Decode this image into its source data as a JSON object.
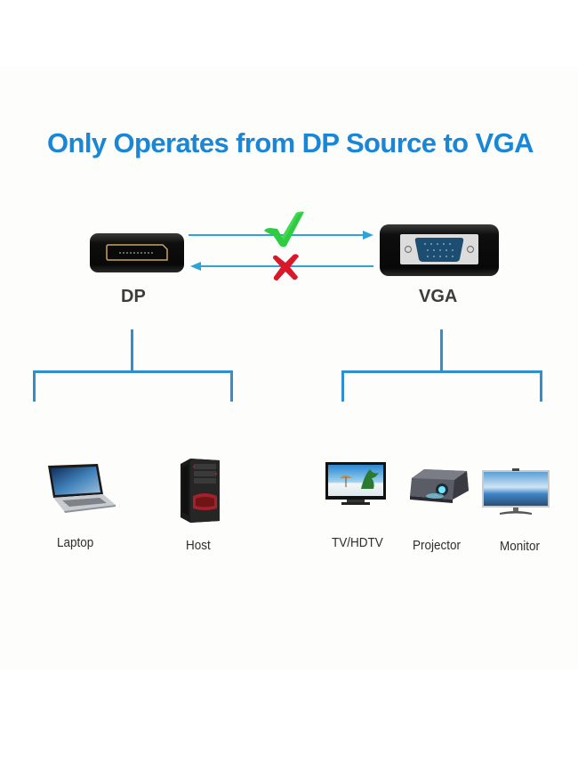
{
  "title": "Only Operates from DP Source to VGA",
  "colors": {
    "title": "#1a86d6",
    "arrow": "#2fa3d6",
    "tree": "#2f8fd1",
    "check": "#2ecc40",
    "cross": "#d9182b",
    "connector_body": "#111111",
    "dp_gold": "#c9a55a",
    "vga_blue": "#1d4e72"
  },
  "connectors": {
    "source": {
      "label": "DP",
      "icon": "displayport-connector-icon"
    },
    "target": {
      "label": "VGA",
      "icon": "vga-connector-icon"
    }
  },
  "flow": {
    "forward": {
      "direction": "DP → VGA",
      "status": "supported",
      "icon": "checkmark-icon"
    },
    "reverse": {
      "direction": "VGA → DP",
      "status": "not supported",
      "icon": "cross-icon"
    }
  },
  "source_devices": [
    {
      "label": "Laptop",
      "icon": "laptop-icon"
    },
    {
      "label": "Host",
      "icon": "desktop-tower-icon"
    }
  ],
  "target_devices": [
    {
      "label": "TV/HDTV",
      "icon": "tv-icon"
    },
    {
      "label": "Projector",
      "icon": "projector-icon"
    },
    {
      "label": "Monitor",
      "icon": "monitor-icon"
    }
  ]
}
